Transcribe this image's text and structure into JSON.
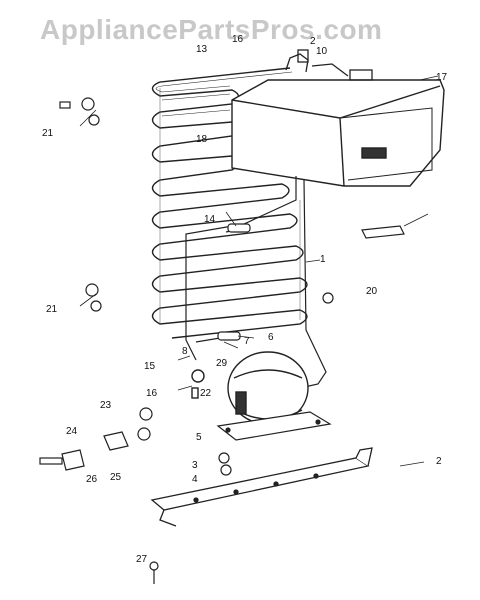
{
  "watermark": "AppliancePartsPros.com",
  "callouts": {
    "c1": "1",
    "c2a": "2",
    "c2b": "2",
    "c3": "3",
    "c4": "4",
    "c5": "5",
    "c6": "6",
    "c7": "7",
    "c8": "8",
    "c10": "10",
    "c13": "13",
    "c14": "14",
    "c15": "15",
    "c16a": "16",
    "c16b": "16",
    "c17": "17",
    "c18": "18",
    "c20": "20",
    "c21a": "21",
    "c21b": "21",
    "c22": "22",
    "c23": "23",
    "c24": "24",
    "c25": "25",
    "c26": "26",
    "c27": "27",
    "c29": "29"
  }
}
